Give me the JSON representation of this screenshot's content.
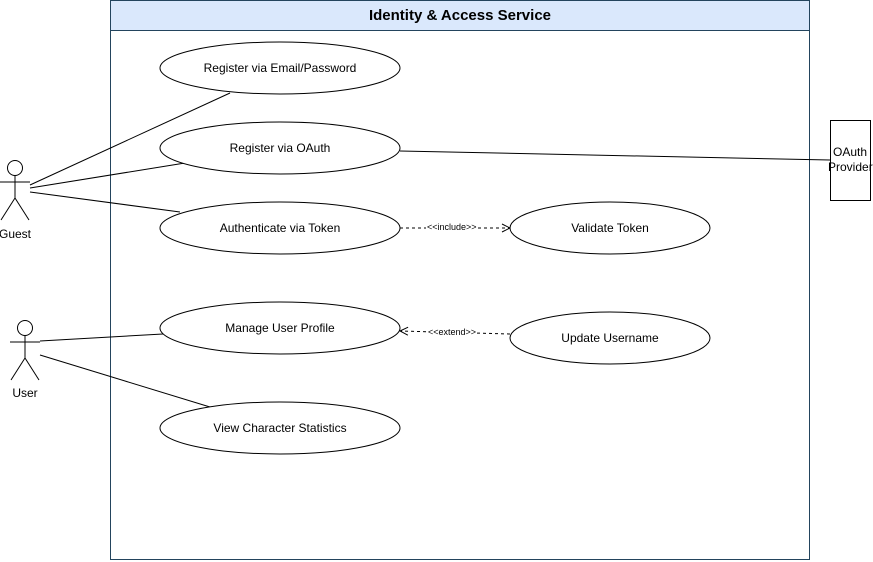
{
  "system": {
    "title": "Identity & Access Service"
  },
  "actors": {
    "guest": {
      "label": "Guest"
    },
    "user": {
      "label": "User"
    },
    "oauth_provider": {
      "label_line1": "OAuth",
      "label_line2": "Provider"
    }
  },
  "use_cases": {
    "register_email": "Register via Email/Password",
    "register_oauth": "Register via OAuth",
    "authenticate_token": "Authenticate via Token",
    "validate_token": "Validate Token",
    "manage_profile": "Manage User Profile",
    "update_username": "Update Username",
    "view_stats": "View Character Statistics"
  },
  "relations": {
    "include": "<<include>>",
    "extend": "<<extend>>"
  },
  "colors": {
    "system_header": "#dae8fc",
    "system_border": "#23445d",
    "line": "#000000"
  }
}
